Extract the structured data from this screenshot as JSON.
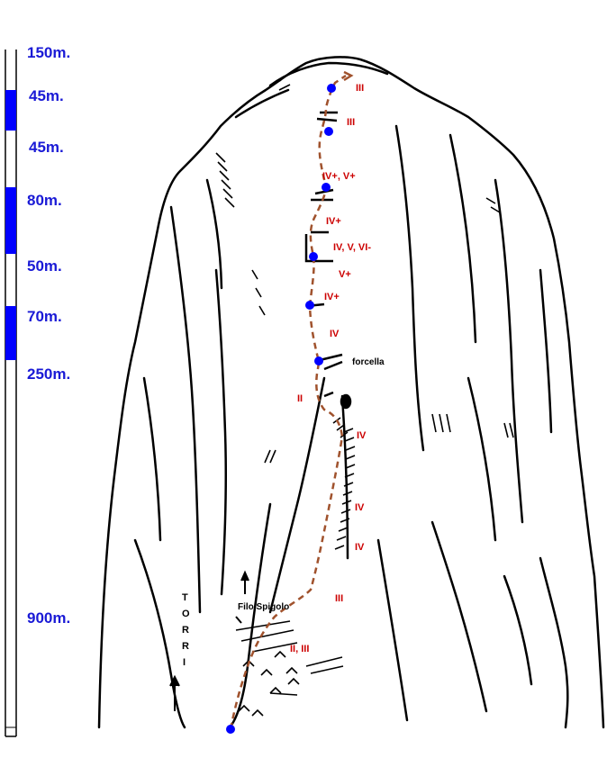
{
  "colors": {
    "scale_blue": "#0000ff",
    "label_blue": "#1a1ad6",
    "grade_red": "#cc0000",
    "route_brown": "#a0522d",
    "belay_blue": "#0000ff",
    "rock_line": "#000000"
  },
  "scale": {
    "labels": [
      "150m.",
      "45m.",
      "45m.",
      "80m.",
      "50m.",
      "70m.",
      "250m.",
      "900m."
    ]
  },
  "grades": {
    "g1": "III",
    "g2": "III",
    "g3": "IV+, V+",
    "g4": "IV+",
    "g5": "IV, V, VI-",
    "g6": "V+",
    "g7": "IV+",
    "g8": "IV",
    "g9": "II",
    "g10": "IV",
    "g11": "IV",
    "g12": "IV",
    "g13": "III",
    "g14": "II, III"
  },
  "notes": {
    "forcella": "forcella",
    "filo_spigolo": "Filo Spigolo"
  },
  "torri": [
    "T",
    "O",
    "R",
    "R",
    "I"
  ]
}
